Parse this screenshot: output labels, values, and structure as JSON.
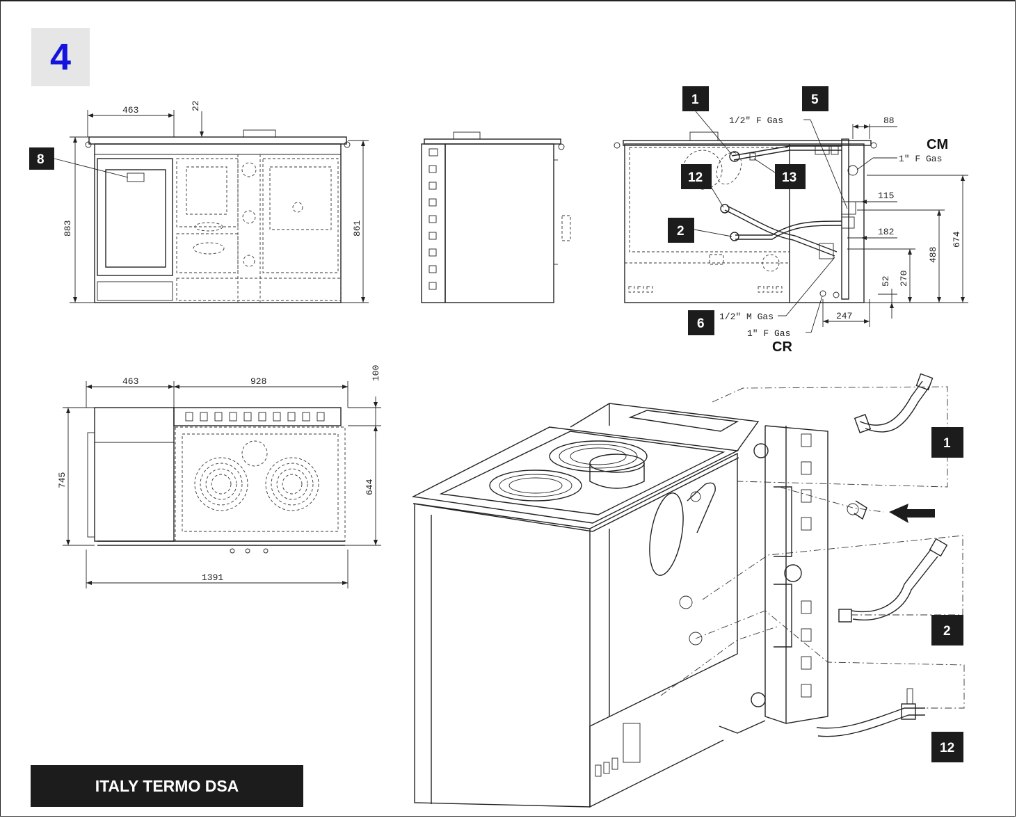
{
  "figure_number": "4",
  "model_name": "ITALY TERMO DSA",
  "front_view": {
    "dim_width_left": "463",
    "dim_top_gap": "22",
    "dim_height_left": "883",
    "dim_height_right": "861",
    "callout": "8"
  },
  "rear_view": {
    "callouts": {
      "c1": "1",
      "c5": "5",
      "c12": "12",
      "c13": "13",
      "c2": "2",
      "c6": "6"
    },
    "labels": {
      "half_f_gas": "1/2\" F Gas",
      "cm": "CM",
      "one_f_gas_top": "1\" F Gas",
      "half_m_gas": "1/2\" M Gas",
      "one_f_gas_bottom": "1\" F Gas",
      "cr": "CR"
    },
    "dims": {
      "d88": "88",
      "d115": "115",
      "d182": "182",
      "d674": "674",
      "d488": "488",
      "d270": "270",
      "d52": "52",
      "d247": "247"
    }
  },
  "top_view": {
    "dim_left": "463",
    "dim_right": "928",
    "dim_top": "100",
    "dim_depth": "745",
    "dim_inner": "644",
    "dim_total": "1391"
  },
  "exploded_view": {
    "callouts": {
      "c1": "1",
      "c2": "2",
      "c12": "12"
    }
  }
}
